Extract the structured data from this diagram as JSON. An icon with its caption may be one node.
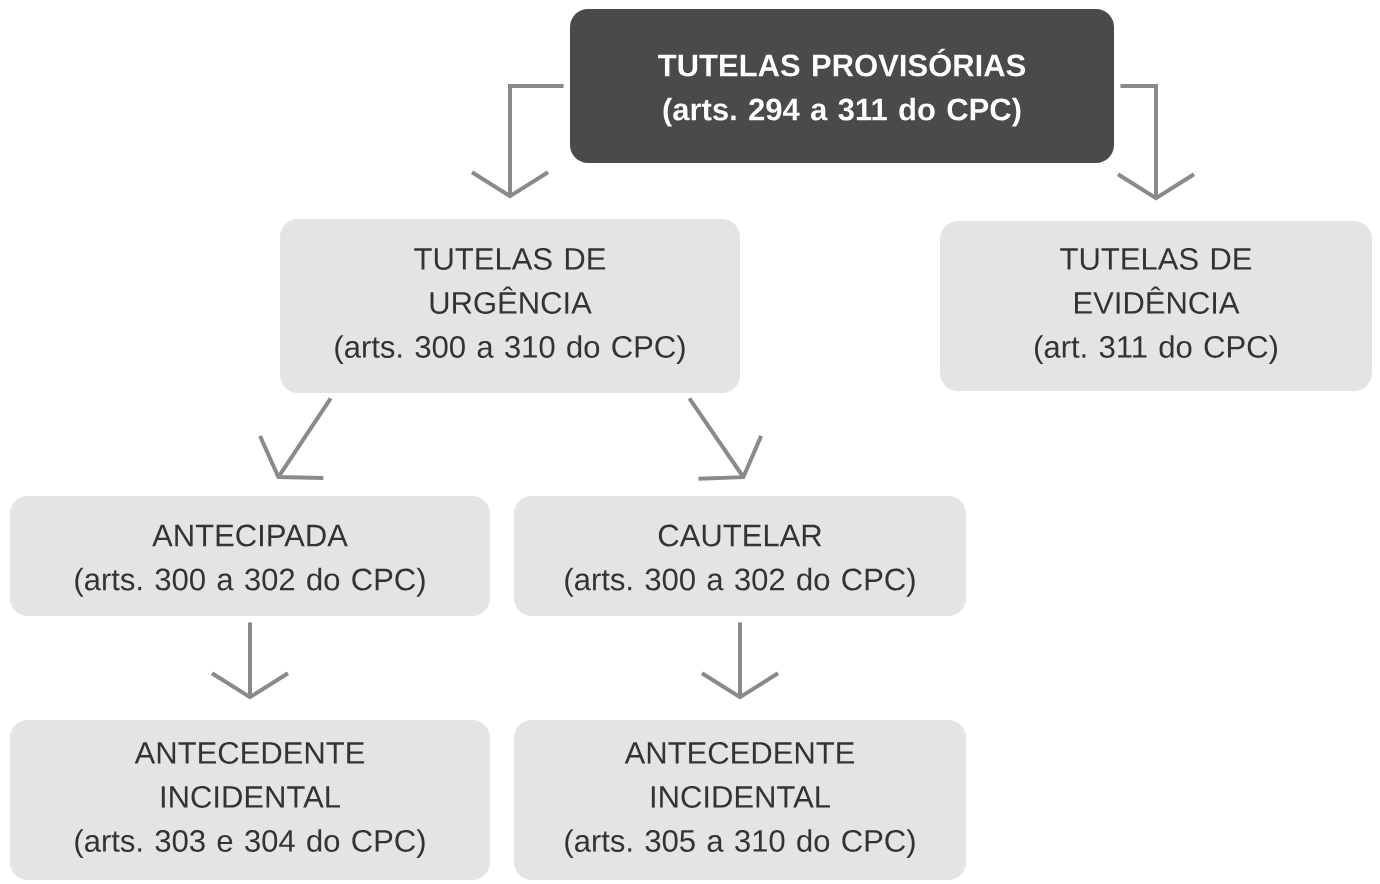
{
  "diagram": {
    "nodes": [
      {
        "text": [
          "TUTELAS PROVISÓRIAS",
          "(arts. 294 a 311 do CPC)"
        ]
      },
      {
        "text": [
          "TUTELAS DE URGÊNCIA",
          "(arts. 300 a 310 do CPC)"
        ]
      },
      {
        "text": [
          "TUTELAS DE EVIDÊNCIA",
          "(art. 311 do CPC)"
        ]
      },
      {
        "text": [
          "ANTECIPADA",
          "(arts. 300 a 302 do CPC)"
        ]
      },
      {
        "text": [
          "CAUTELAR",
          "(arts. 300 a 302 do CPC)"
        ]
      },
      {
        "text": [
          "ANTECEDENTE INCIDENTAL",
          "(arts. 303 e 304 do CPC)"
        ]
      },
      {
        "text": [
          "ANTECEDENTE INCIDENTAL",
          "(arts. 305 a 310 do CPC)"
        ]
      }
    ],
    "edges": [
      {
        "from": 0,
        "to": 1,
        "arrow": "to"
      },
      {
        "from": 0,
        "to": 2,
        "arrow": "to"
      },
      {
        "from": 1,
        "to": 3,
        "arrow": "to"
      },
      {
        "from": 1,
        "to": 4,
        "arrow": "to"
      },
      {
        "from": 3,
        "to": 5,
        "arrow": "to"
      },
      {
        "from": 4,
        "to": 6,
        "arrow": "to"
      }
    ]
  }
}
